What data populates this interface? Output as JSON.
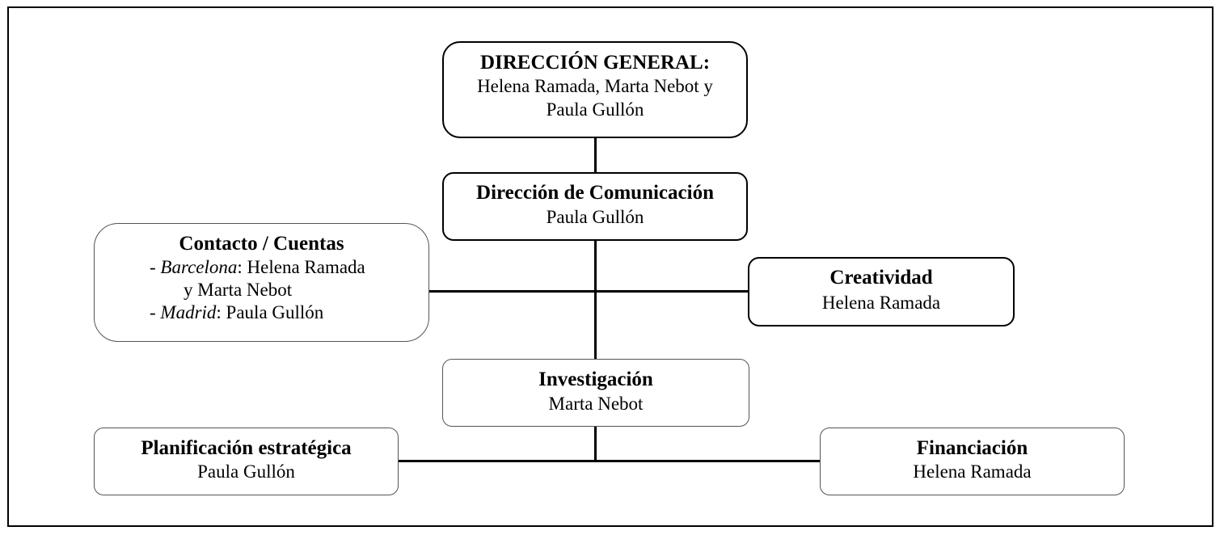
{
  "nodes": {
    "direccion_general": {
      "title": "DIRECCIÓN GENERAL:",
      "line1": "Helena Ramada, Marta Nebot y",
      "line2": "Paula Gullón"
    },
    "direccion_comunicacion": {
      "title": "Dirección de Comunicación",
      "person": "Paula Gullón"
    },
    "contacto_cuentas": {
      "title": "Contacto / Cuentas",
      "barcelona_label": "Barcelona",
      "barcelona_people_1": ": Helena Ramada",
      "barcelona_people_2": "y Marta Nebot",
      "madrid_label": "Madrid",
      "madrid_people": ": Paula Gullón",
      "bullet": "-"
    },
    "creatividad": {
      "title": "Creatividad",
      "person": "Helena Ramada"
    },
    "investigacion": {
      "title": "Investigación",
      "person": "Marta Nebot"
    },
    "planificacion": {
      "title": "Planificación estratégica",
      "person": "Paula Gullón"
    },
    "financiacion": {
      "title": "Financiación",
      "person": "Helena Ramada"
    }
  },
  "colors": {
    "line": "#000000",
    "border": "#000000",
    "background": "#ffffff"
  }
}
